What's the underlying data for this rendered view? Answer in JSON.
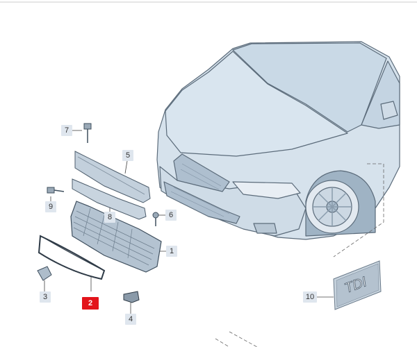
{
  "callouts": {
    "c1": "1",
    "c2": "2",
    "c3": "3",
    "c4": "4",
    "c5": "5",
    "c6": "6",
    "c7": "7",
    "c8": "8",
    "c9": "9",
    "c10": "10"
  },
  "badge_text": "TDI",
  "colors": {
    "callout_bg": "#dfe6ee",
    "highlight": "#e3141b",
    "car_fill": "#d6e2ec",
    "line": "#5b6b7a"
  }
}
